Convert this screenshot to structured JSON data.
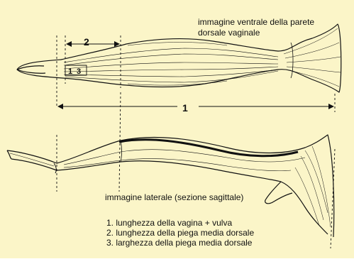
{
  "captions": {
    "ventral_line1": "immagine ventrale della parete",
    "ventral_line2": "dorsale vaginale",
    "lateral": "immagine laterale (sezione sagittale)"
  },
  "legend": [
    "1. lunghezza della vagina + vulva",
    "2. lunghezza della piega media dorsale",
    "3. larghezza della piega media dorsale"
  ],
  "dimension_labels": {
    "one": "1",
    "two": "2",
    "three": "3",
    "one_small": "1"
  },
  "colors": {
    "background": "#fbf5c8",
    "ink": "#111111"
  }
}
